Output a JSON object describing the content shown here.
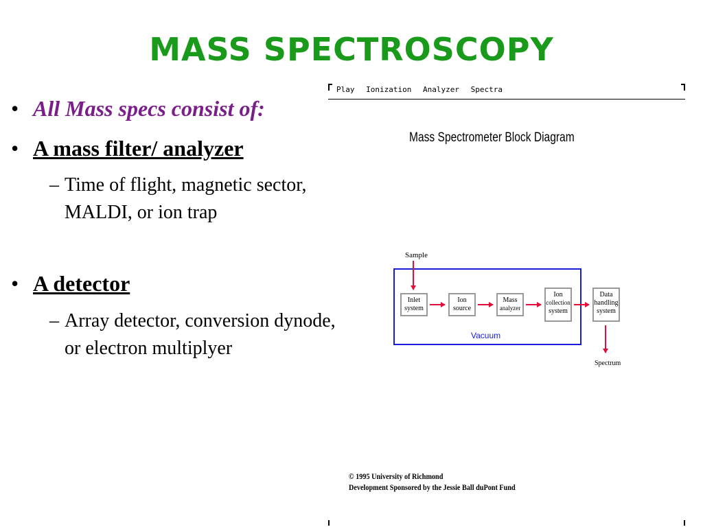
{
  "slide": {
    "title": "Mass Spectroscopy",
    "bullets": [
      {
        "text": "All Mass specs consist of:"
      },
      {
        "text": "A mass filter/ analyzer",
        "sub": "Time of flight, magnetic sector, MALDI, or ion trap"
      },
      {
        "text": "A detector",
        "sub": "Array detector, conversion dynode, or electron multiplyer"
      }
    ],
    "bullet_glyph": "•",
    "dash_glyph": "–",
    "title_color": "#1a9a1a",
    "italic_color": "#7a1f8a"
  },
  "applet": {
    "menu": [
      "Play",
      "Ionization",
      "Analyzer",
      "Spectra"
    ],
    "diagram_title": "Mass Spectrometer Block Diagram",
    "sample_label": "Sample",
    "spectrum_label": "Spectrum",
    "vacuum_label": "Vacuum",
    "blocks": [
      {
        "line1": "Inlet",
        "line2": "system",
        "line3": ""
      },
      {
        "line1": "Ion",
        "line2": "source",
        "line3": ""
      },
      {
        "line1": "Mass",
        "line2": "analyzer",
        "line3": ""
      },
      {
        "line1": "Ion",
        "line2": "collection",
        "line3": "system"
      },
      {
        "line1": "Data",
        "line2": "handling",
        "line3": "system"
      }
    ],
    "credits": [
      "© 1995 University of Richmond",
      "Development Sponsored by the Jessie Ball duPont Fund"
    ],
    "vacuum_color": "#1a1adc",
    "arrow_color": "#e0103a"
  }
}
